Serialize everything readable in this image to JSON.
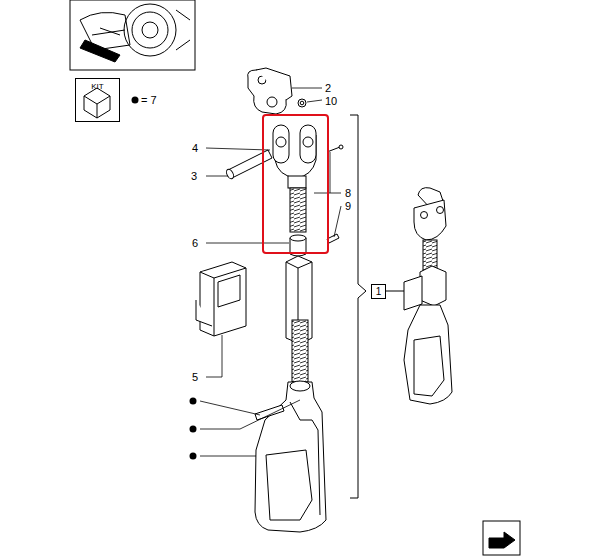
{
  "diagram": {
    "nodes": [
      {
        "text": [
          "KIT"
        ]
      },
      {
        "text": [
          "1"
        ]
      }
    ],
    "labels": [
      "2",
      "10",
      "4",
      "3",
      "8",
      "9",
      "6",
      "5",
      "= 7"
    ]
  }
}
